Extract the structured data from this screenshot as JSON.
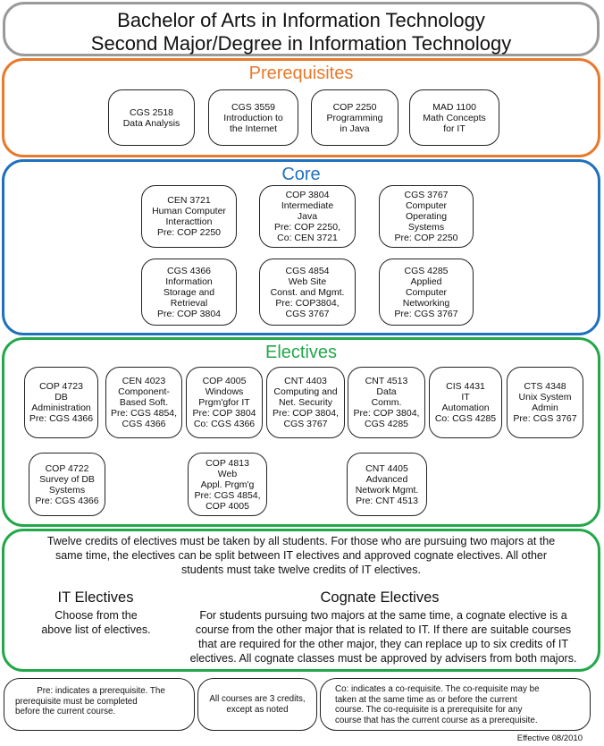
{
  "title": {
    "line1": "Bachelor of Arts in Information Technology",
    "line2": "Second Major/Degree in Information Technology"
  },
  "prerequisites": {
    "heading": "Prerequisites",
    "courses": [
      {
        "lines": [
          "CGS 2518",
          "Data Analysis"
        ]
      },
      {
        "lines": [
          "CGS 3559",
          "Introduction to",
          "the Internet"
        ]
      },
      {
        "lines": [
          "COP 2250",
          "Programming",
          "in Java"
        ]
      },
      {
        "lines": [
          "MAD 1100",
          "Math Concepts",
          "for IT"
        ]
      }
    ]
  },
  "core": {
    "heading": "Core",
    "courses": [
      {
        "lines": [
          "CEN 3721",
          "Human Computer",
          "Interacttion",
          "Pre: COP 2250"
        ]
      },
      {
        "lines": [
          "COP 3804",
          "Intermediate",
          "Java",
          "Pre: COP 2250,",
          "Co: CEN 3721"
        ]
      },
      {
        "lines": [
          "CGS 3767",
          "Computer",
          "Operating",
          "Systems",
          "Pre: COP 2250"
        ]
      },
      {
        "lines": [
          "CGS 4366",
          "Information",
          "Storage and",
          "Retrieval",
          "Pre: COP 3804"
        ]
      },
      {
        "lines": [
          "CGS 4854",
          "Web Site",
          "Const. and Mgmt.",
          "Pre: COP3804,",
          "CGS 3767"
        ]
      },
      {
        "lines": [
          "CGS 4285",
          "Applied",
          "Computer",
          "Networking",
          "Pre: CGS 3767"
        ]
      }
    ]
  },
  "electives": {
    "heading": "Electives",
    "courses": [
      {
        "lines": [
          "COP 4723",
          "DB",
          "Administration",
          "Pre: CGS 4366"
        ]
      },
      {
        "lines": [
          "CEN 4023",
          "Component-",
          "Based Soft.",
          "Pre: CGS 4854,",
          "CGS 4366"
        ]
      },
      {
        "lines": [
          "COP 4005",
          "Windows",
          "Prgm'gfor IT",
          "Pre: COP 3804",
          "Co: CGS 4366"
        ]
      },
      {
        "lines": [
          "CNT 4403",
          "Computing and",
          "Net. Security",
          "Pre: COP 3804,",
          "CGS 3767"
        ]
      },
      {
        "lines": [
          "CNT 4513",
          "Data",
          "Comm.",
          "Pre: COP 3804,",
          "CGS 4285"
        ]
      },
      {
        "lines": [
          "CIS 4431",
          "IT",
          "Automation",
          "Co: CGS 4285"
        ]
      },
      {
        "lines": [
          "CTS 4348",
          "Unix System",
          "Admin",
          "Pre: CGS 3767"
        ]
      },
      {
        "lines": [
          "COP 4722",
          "Survey of DB",
          "Systems",
          "Pre: CGS 4366"
        ]
      },
      {
        "lines": [
          "COP 4813",
          "Web",
          "Appl. Prgm'g",
          "Pre: CGS 4854,",
          "COP 4005"
        ]
      },
      {
        "lines": [
          "CNT 4405",
          "Advanced",
          "Network Mgmt.",
          "Pre: CNT 4513"
        ]
      }
    ]
  },
  "info": {
    "intro_lines": [
      "Twelve credits of electives must be taken by all students. For those who are pursuing two majors at the",
      "same time, the electives can be split between IT electives and approved cognate electives. All other",
      "students must take twelve credits of IT electives."
    ],
    "it_heading": "IT Electives",
    "it_lines": [
      "Choose from the",
      "above list of electives."
    ],
    "cognate_heading": "Cognate Electives",
    "cognate_lines": [
      "For students pursuing two majors at the same time, a cognate elective is a",
      "course from the other major that is related to IT. If there are suitable courses",
      "that are required for the other major, they can replace up to six credits of IT",
      "electives. All cognate classes must be approved by advisers from both majors."
    ]
  },
  "notes": {
    "pre_lines": [
      "Pre: indicates a prerequisite. The",
      "prerequisite must be completed",
      "before the current course."
    ],
    "credits_lines": [
      "All courses are 3 credits,",
      "except as noted"
    ],
    "co_lines": [
      "Co: indicates a co-requisite. The co-requisite may be",
      "taken at the same time as or before the current",
      "course. The co-requisite is a prerequisite for any",
      "course that has the current course as a prerequisite."
    ]
  },
  "footer": "Effective 08/2010",
  "colors": {
    "prerequisites": "#e9792b",
    "core": "#1f71bd",
    "electives": "#22a84a",
    "title_border": "#9a9a9a"
  }
}
